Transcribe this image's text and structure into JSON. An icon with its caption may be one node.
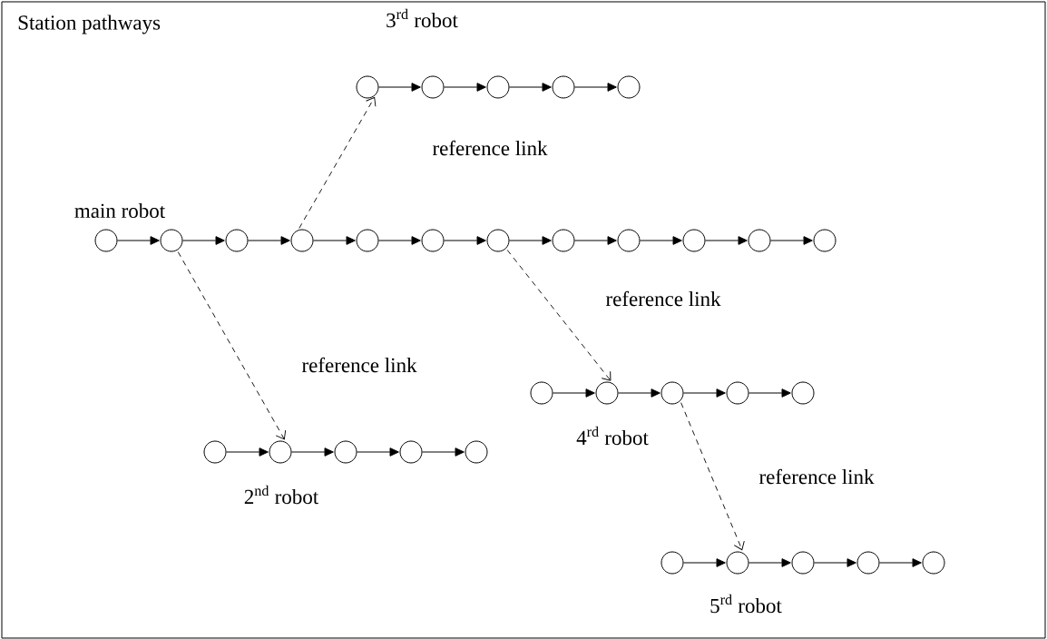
{
  "diagram": {
    "title": "Station pathways",
    "nodes": [
      {
        "text": [],
        "shape": "circle"
      },
      {
        "text": [],
        "shape": "circle"
      },
      {
        "text": [],
        "shape": "circle"
      },
      {
        "text": [],
        "shape": "circle"
      },
      {
        "text": [],
        "shape": "circle"
      },
      {
        "text": [],
        "shape": "circle"
      },
      {
        "text": [],
        "shape": "circle"
      },
      {
        "text": [],
        "shape": "circle"
      },
      {
        "text": [],
        "shape": "circle"
      },
      {
        "text": [],
        "shape": "circle"
      },
      {
        "text": [],
        "shape": "circle"
      },
      {
        "text": [],
        "shape": "circle"
      },
      {
        "text": [],
        "shape": "circle"
      },
      {
        "text": [],
        "shape": "circle"
      },
      {
        "text": [],
        "shape": "circle"
      },
      {
        "text": [],
        "shape": "circle"
      },
      {
        "text": [],
        "shape": "circle"
      },
      {
        "text": [],
        "shape": "circle"
      },
      {
        "text": [],
        "shape": "circle"
      },
      {
        "text": [],
        "shape": "circle"
      },
      {
        "text": [],
        "shape": "circle"
      },
      {
        "text": [],
        "shape": "circle"
      },
      {
        "text": [],
        "shape": "circle"
      },
      {
        "text": [],
        "shape": "circle"
      },
      {
        "text": [],
        "shape": "circle"
      },
      {
        "text": [],
        "shape": "circle"
      },
      {
        "text": [],
        "shape": "circle"
      },
      {
        "text": [],
        "shape": "circle"
      },
      {
        "text": [],
        "shape": "circle"
      },
      {
        "text": [],
        "shape": "circle"
      },
      {
        "text": [],
        "shape": "circle"
      },
      {
        "text": [],
        "shape": "circle"
      }
    ],
    "edges": [
      {
        "from": 0,
        "to": 1,
        "arrow": "to"
      },
      {
        "from": 1,
        "to": 2,
        "arrow": "to"
      },
      {
        "from": 2,
        "to": 3,
        "arrow": "to"
      },
      {
        "from": 3,
        "to": 4,
        "arrow": "to"
      },
      {
        "from": 4,
        "to": 5,
        "arrow": "to"
      },
      {
        "from": 5,
        "to": 6,
        "arrow": "to"
      },
      {
        "from": 6,
        "to": 7,
        "arrow": "to"
      },
      {
        "from": 7,
        "to": 8,
        "arrow": "to"
      },
      {
        "from": 8,
        "to": 9,
        "arrow": "to"
      },
      {
        "from": 9,
        "to": 10,
        "arrow": "to"
      },
      {
        "from": 10,
        "to": 11,
        "arrow": "to"
      },
      {
        "from": 12,
        "to": 13,
        "arrow": "to"
      },
      {
        "from": 13,
        "to": 14,
        "arrow": "to"
      },
      {
        "from": 14,
        "to": 15,
        "arrow": "to"
      },
      {
        "from": 15,
        "to": 16,
        "arrow": "to"
      },
      {
        "from": 17,
        "to": 18,
        "arrow": "to"
      },
      {
        "from": 18,
        "to": 19,
        "arrow": "to"
      },
      {
        "from": 19,
        "to": 20,
        "arrow": "to"
      },
      {
        "from": 20,
        "to": 21,
        "arrow": "to"
      },
      {
        "from": 22,
        "to": 23,
        "arrow": "to"
      },
      {
        "from": 23,
        "to": 24,
        "arrow": "to"
      },
      {
        "from": 24,
        "to": 25,
        "arrow": "to"
      },
      {
        "from": 25,
        "to": 26,
        "arrow": "to"
      },
      {
        "from": 27,
        "to": 28,
        "arrow": "to"
      },
      {
        "from": 28,
        "to": 29,
        "arrow": "to"
      },
      {
        "from": 29,
        "to": 30,
        "arrow": "to"
      },
      {
        "from": 30,
        "to": 31,
        "arrow": "to"
      },
      {
        "from": 3,
        "to": 12,
        "arrow": "to",
        "style": "dashed",
        "label": "reference link"
      },
      {
        "from": 1,
        "to": 18,
        "arrow": "to",
        "style": "dashed",
        "label": "reference link"
      },
      {
        "from": 6,
        "to": 23,
        "arrow": "to",
        "style": "dashed",
        "label": "reference link"
      },
      {
        "from": 24,
        "to": 28,
        "arrow": "to",
        "style": "dashed",
        "label": "reference link"
      }
    ],
    "labels": [
      "3$^{rd}$ robot",
      "main robot",
      "4$^{rd}$ robot",
      "2$^{nd}$ robot",
      "5$^{rd}$ robot"
    ]
  }
}
